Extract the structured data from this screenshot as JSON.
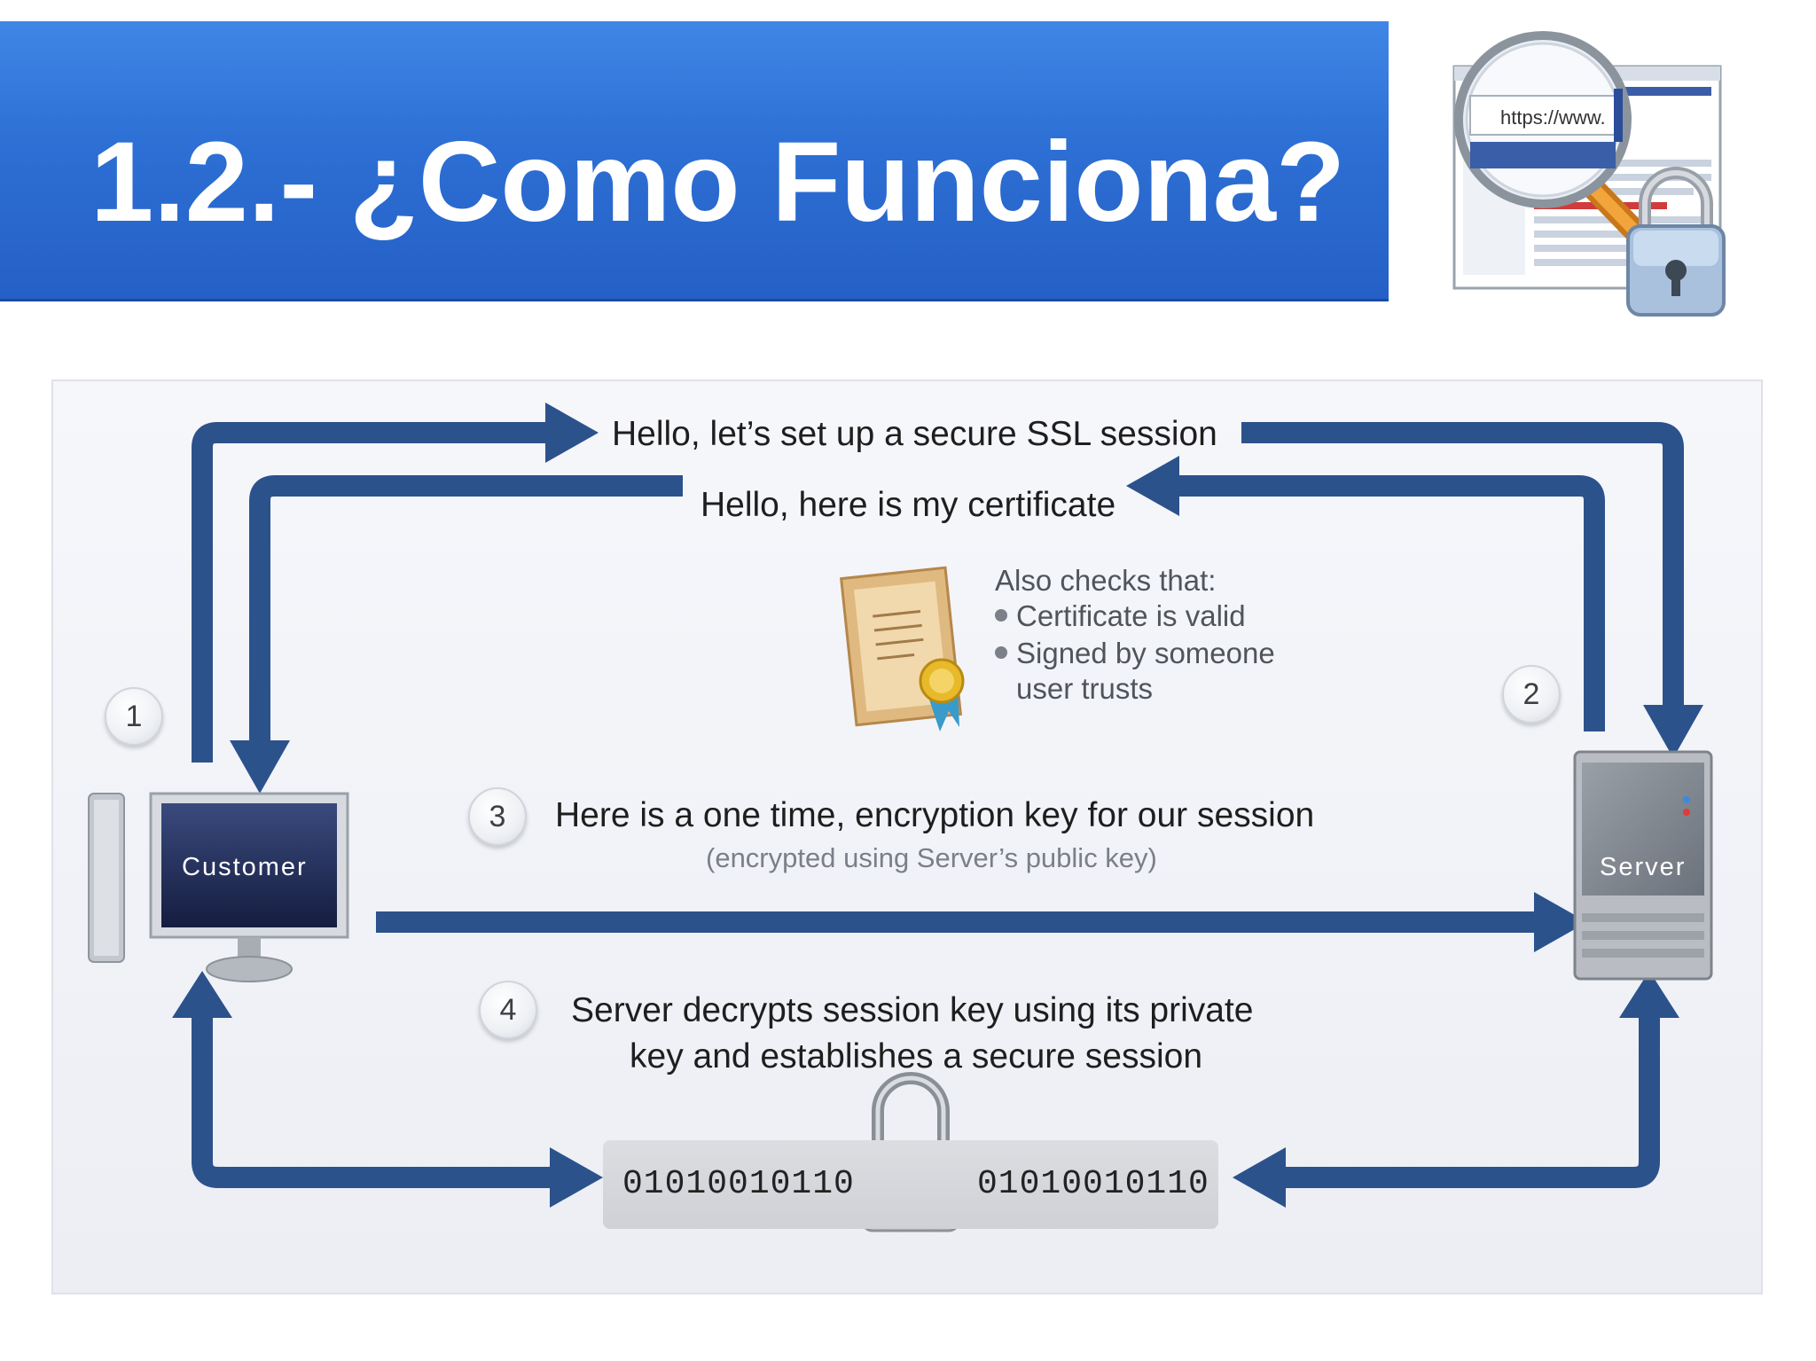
{
  "header": {
    "title": "1.2.- ¿Como Funciona?"
  },
  "illustration": {
    "url_text": "https://www."
  },
  "diagram": {
    "customer_label": "Customer",
    "server_label": "Server",
    "messages": {
      "hello_client": "Hello, let’s set up a secure SSL session",
      "hello_server": "Hello, here is my certificate",
      "key_exchange": "Here is a one time, encryption key for our session",
      "key_exchange_note": "(encrypted using Server’s public key)",
      "decrypt_line1": "Server decrypts session key using its private",
      "decrypt_line2": "key and establishes a secure session"
    },
    "checks": {
      "heading": "Also checks that:",
      "item1": "Certificate is valid",
      "item2_line1": "Signed by someone",
      "item2_line2": "user trusts"
    },
    "steps": [
      "1",
      "2",
      "3",
      "4"
    ],
    "binary_left": "01010010110",
    "binary_right": "01010010110"
  },
  "colors": {
    "arrow": "#2c528c",
    "title_bar": "#2d6fd4"
  }
}
